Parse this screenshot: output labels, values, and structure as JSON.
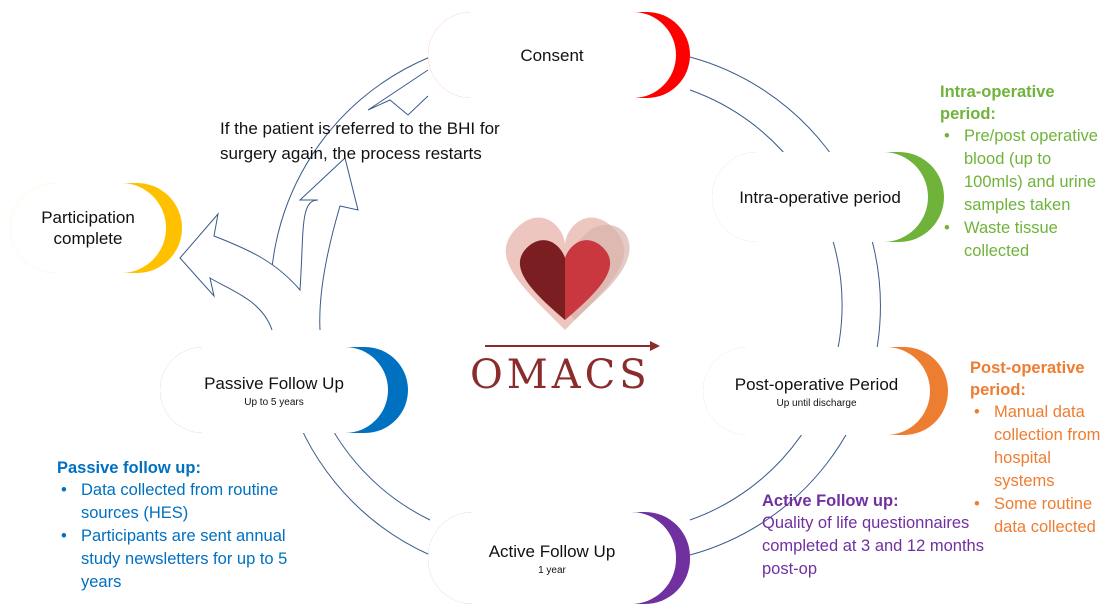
{
  "stages": {
    "consent": {
      "title": "Consent",
      "color": "#ff0000"
    },
    "intra": {
      "title": "Intra-operative period",
      "color": "#6fb33a"
    },
    "post": {
      "title": "Post-operative Period",
      "subtitle": "Up until discharge",
      "color": "#ed7d31"
    },
    "active": {
      "title": "Active Follow Up",
      "subtitle": "1 year",
      "color": "#7030a0"
    },
    "passive": {
      "title": "Passive Follow Up",
      "subtitle": "Up to 5 years",
      "color": "#0070c0"
    },
    "complete": {
      "title": "Participation complete",
      "color": "#ffc000"
    }
  },
  "restart_note": "If the patient is referred to the BHI for surgery again, the process restarts",
  "notes": {
    "intra": {
      "heading": "Intra-operative period:",
      "items": [
        "Pre/post operative blood (up to 100mls) and urine samples taken",
        "Waste tissue collected"
      ]
    },
    "post": {
      "heading": "Post-operative period:",
      "items": [
        "Manual data collection from hospital systems",
        "Some routine data collected"
      ]
    },
    "passive": {
      "heading": "Passive follow up:",
      "items": [
        "Data collected from routine sources (HES)",
        "Participants are sent annual study newsletters for up to 5 years"
      ]
    },
    "active": {
      "heading": "Active Follow up:",
      "text": "Quality of life questionnaires completed at 3 and 12 months post-op"
    }
  },
  "logo": {
    "text": "OMACS",
    "icon": "heart-icon"
  }
}
